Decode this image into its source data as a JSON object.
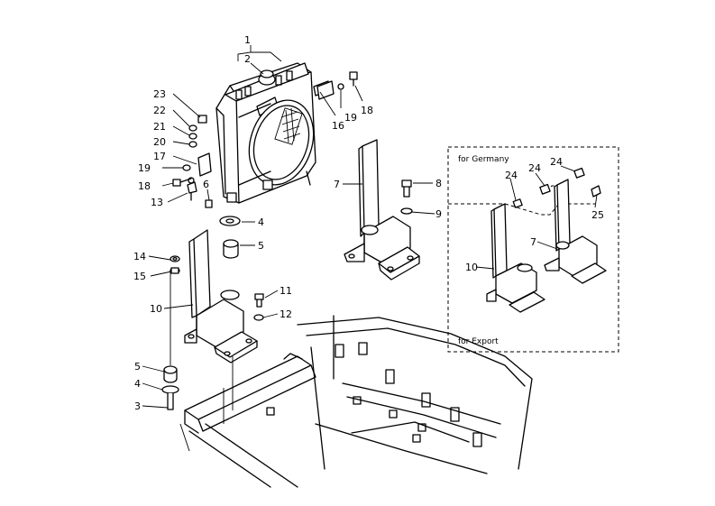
{
  "callouts": {
    "c1": "1",
    "c2": "2",
    "c3": "3",
    "c4a": "4",
    "c4b": "4",
    "c5a": "5",
    "c5b": "5",
    "c6": "6",
    "c7a": "7",
    "c7b": "7",
    "c8": "8",
    "c9": "9",
    "c10a": "10",
    "c10b": "10",
    "c11": "11",
    "c12": "12",
    "c13": "13",
    "c14": "14",
    "c15": "15",
    "c16": "16",
    "c17": "17",
    "c18a": "18",
    "c18b": "18",
    "c19a": "19",
    "c19b": "19",
    "c20": "20",
    "c21": "21",
    "c22": "22",
    "c23": "23",
    "c24a": "24",
    "c24b": "24",
    "c24c": "24",
    "c25": "25"
  },
  "inset": {
    "germany_label": "for Germany",
    "export_label": "for Export"
  }
}
